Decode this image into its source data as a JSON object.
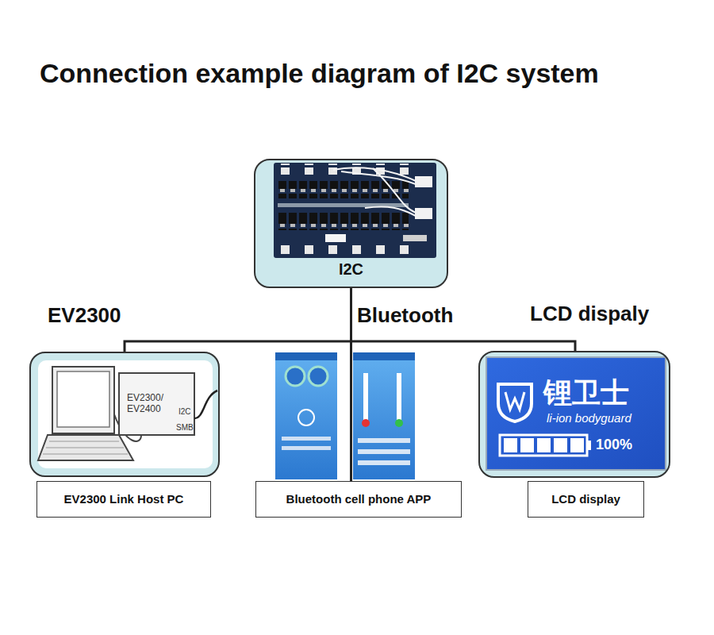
{
  "diagram": {
    "title": "Connection example diagram of I2C system",
    "nodes": [
      {
        "text": [
          "I2C"
        ]
      },
      {
        "text": [
          "EV2300/ EV2400",
          "I2C",
          "SMB"
        ]
      },
      {
        "text": [
          "EV2300 Link Host PC"
        ]
      },
      {
        "text": [
          "Bluetooth cell phone APP"
        ]
      },
      {
        "text": [
          "锂卫士",
          "li-ion bodyguard",
          "100%"
        ]
      },
      {
        "text": [
          "LCD display"
        ]
      }
    ],
    "edges": [
      {
        "from": 0,
        "to": 1,
        "arrow": "none",
        "label": "EV2300"
      },
      {
        "from": 0,
        "to": 3,
        "arrow": "none",
        "label": "Bluetooth"
      },
      {
        "from": 0,
        "to": 4,
        "arrow": "none",
        "label": "LCD dispaly"
      }
    ]
  }
}
